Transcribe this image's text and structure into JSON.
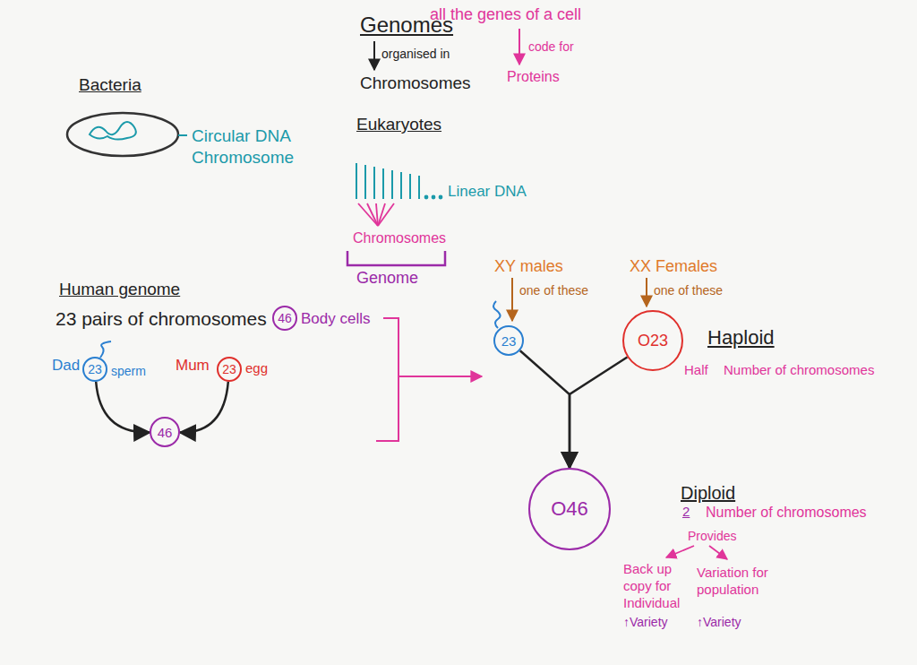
{
  "diagram": {
    "nodes": [
      {
        "text": [
          "46"
        ]
      },
      {
        "text": [
          "23"
        ]
      },
      {
        "text": [
          "23"
        ]
      },
      {
        "text": [
          "46"
        ]
      },
      {
        "text": [
          "23"
        ]
      },
      {
        "text": [
          "O23"
        ]
      },
      {
        "text": [
          "O46"
        ]
      }
    ],
    "edges": [
      {
        "from": 1,
        "to": 3,
        "arrow": "to"
      },
      {
        "from": 2,
        "to": 3,
        "arrow": "to"
      },
      {
        "from": 4,
        "to": 6,
        "arrow": "to"
      },
      {
        "from": 5,
        "to": 6,
        "arrow": "to"
      }
    ],
    "labels": [
      "Genomes",
      "all the genes of a cell",
      "organised in",
      "Chromosomes",
      "code for",
      "Proteins",
      "Bacteria",
      "Circular DNA Chromosome",
      "Eukaryotes",
      "Linear DNA",
      "Chromosomes",
      "Genome",
      "Human genome",
      "23 pairs of chromosomes",
      "Body cells",
      "Dad",
      "sperm",
      "Mum",
      "egg",
      "XY males",
      "one of these",
      "XX Females",
      "one of these",
      "Haploid",
      "Half",
      "Number of chromosomes",
      "Diploid",
      "2",
      "Number of chromosomes",
      "Provides",
      "Back up copy for Individual",
      "Variation for population",
      "↑Variety",
      "↑Variety"
    ]
  }
}
